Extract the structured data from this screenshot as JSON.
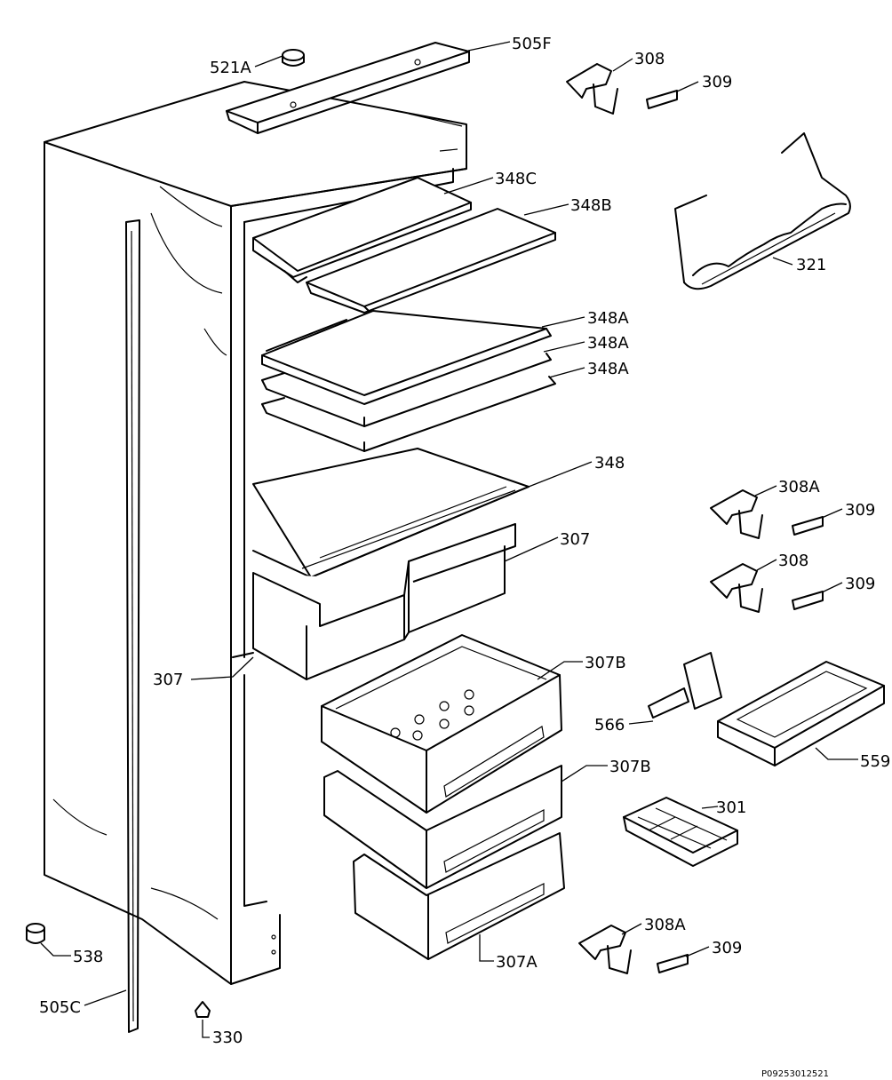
{
  "diagram": {
    "reference": "P09253012521",
    "labels": {
      "l505F": {
        "num": "505",
        "suffix": "F"
      },
      "l521A": {
        "num": "521",
        "suffix": "A"
      },
      "l308_top": {
        "num": "308",
        "suffix": ""
      },
      "l309_top": {
        "num": "309",
        "suffix": ""
      },
      "l348C": {
        "num": "348",
        "suffix": "C"
      },
      "l348B": {
        "num": "348",
        "suffix": "B"
      },
      "l321": {
        "num": "321",
        "suffix": ""
      },
      "l348A_1": {
        "num": "348",
        "suffix": "A"
      },
      "l348A_2": {
        "num": "348",
        "suffix": "A"
      },
      "l348A_3": {
        "num": "348",
        "suffix": "A"
      },
      "l348": {
        "num": "348",
        "suffix": ""
      },
      "l308A_mid": {
        "num": "308",
        "suffix": "A"
      },
      "l309_mid1": {
        "num": "309",
        "suffix": ""
      },
      "l307_right": {
        "num": "307",
        "suffix": ""
      },
      "l308_mid": {
        "num": "308",
        "suffix": ""
      },
      "l309_mid2": {
        "num": "309",
        "suffix": ""
      },
      "l307_left": {
        "num": "307",
        "suffix": ""
      },
      "l307B_1": {
        "num": "307",
        "suffix": "B"
      },
      "l566": {
        "num": "566",
        "suffix": ""
      },
      "l559": {
        "num": "559",
        "suffix": ""
      },
      "l307B_2": {
        "num": "307",
        "suffix": "B"
      },
      "l301": {
        "num": "301",
        "suffix": ""
      },
      "l308A_bot": {
        "num": "308",
        "suffix": "A"
      },
      "l309_bot": {
        "num": "309",
        "suffix": ""
      },
      "l538": {
        "num": "538",
        "suffix": ""
      },
      "l307A": {
        "num": "307",
        "suffix": "A"
      },
      "l505C": {
        "num": "505",
        "suffix": "C"
      },
      "l330": {
        "num": "330",
        "suffix": ""
      }
    }
  }
}
